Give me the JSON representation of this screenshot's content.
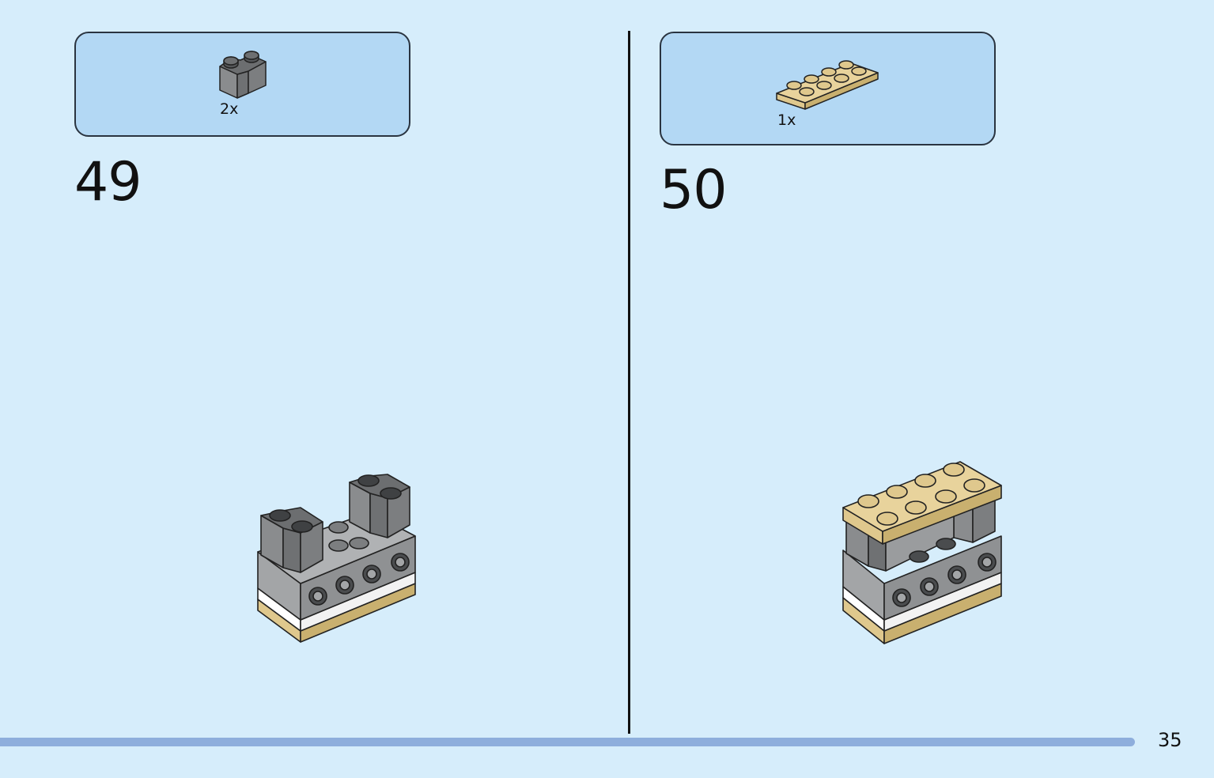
{
  "page": {
    "number": "35",
    "progress": 0.935
  },
  "steps": [
    {
      "number": "49",
      "parts": [
        {
          "quantity": "2x",
          "icon": "gray-2x2-round-corner-brick-icon",
          "color": "#8a8c8e"
        }
      ]
    },
    {
      "number": "50",
      "parts": [
        {
          "quantity": "1x",
          "icon": "tan-2x4-plate-icon",
          "color": "#dfc88d"
        }
      ]
    }
  ],
  "colors": {
    "background": "#d6edfb",
    "parts_box": "#b3d8f4",
    "progress_bar": "#8eaedc",
    "gray_brick": "#8a8c8e",
    "dark_gray": "#5f6163",
    "tan": "#dfc88d",
    "white": "#ffffff"
  }
}
